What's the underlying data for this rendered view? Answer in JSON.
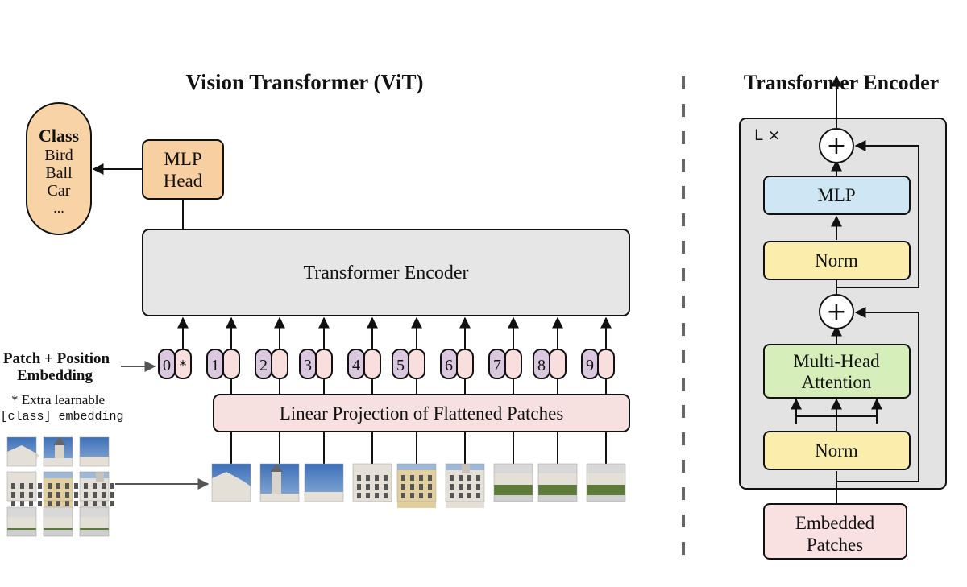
{
  "vit": {
    "title": "Vision Transformer (ViT)",
    "class_box": {
      "heading": "Class",
      "items": [
        "Bird",
        "Ball",
        "Car",
        "..."
      ]
    },
    "mlp_head": [
      "MLP",
      "Head"
    ],
    "encoder_label": "Transformer Encoder",
    "embedding_label": [
      "Patch + Position",
      "Embedding"
    ],
    "extra_note": [
      "* Extra learnable",
      "[class] embedding"
    ],
    "tokens": [
      "0",
      "1",
      "2",
      "3",
      "4",
      "5",
      "6",
      "7",
      "8",
      "9"
    ],
    "class_marker": "*",
    "projection_label": "Linear Projection of Flattened Patches"
  },
  "encoder": {
    "title": "Transformer Encoder",
    "repeat_label": "L ×",
    "mlp_label": "MLP",
    "norm_top_label": "Norm",
    "attention_label": [
      "Multi-Head",
      "Attention"
    ],
    "norm_bottom_label": "Norm",
    "input_label": [
      "Embedded",
      "Patches"
    ],
    "plus_symbol": "+"
  },
  "colors": {
    "class_fill": "#f8d3a6",
    "mlp_head_fill": "#f7cfa0",
    "encoder_fill": "#e6e6e6",
    "token_purple": "#d9c8de",
    "token_pink": "#f9dede",
    "projection_fill": "#f7e0e0",
    "mlp_fill": "#cfe7f5",
    "norm_fill": "#fbedab",
    "attention_fill": "#d5eeba",
    "embedded_fill": "#f9e1e1",
    "block_bg": "#e3e3e3"
  }
}
